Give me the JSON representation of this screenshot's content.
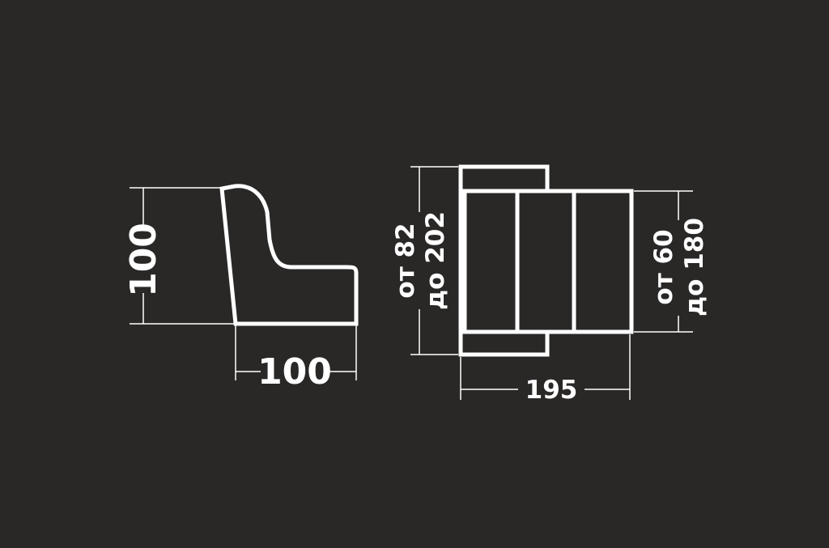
{
  "colors": {
    "background": "#2a2827",
    "line": "#ffffff"
  },
  "side_view": {
    "height_label": "100",
    "depth_label": "100"
  },
  "top_view": {
    "width_label": "195",
    "folded_length_line1": "от 82",
    "folded_length_line2": "до 202",
    "berth_length_line1": "от 60",
    "berth_length_line2": "до 180"
  }
}
